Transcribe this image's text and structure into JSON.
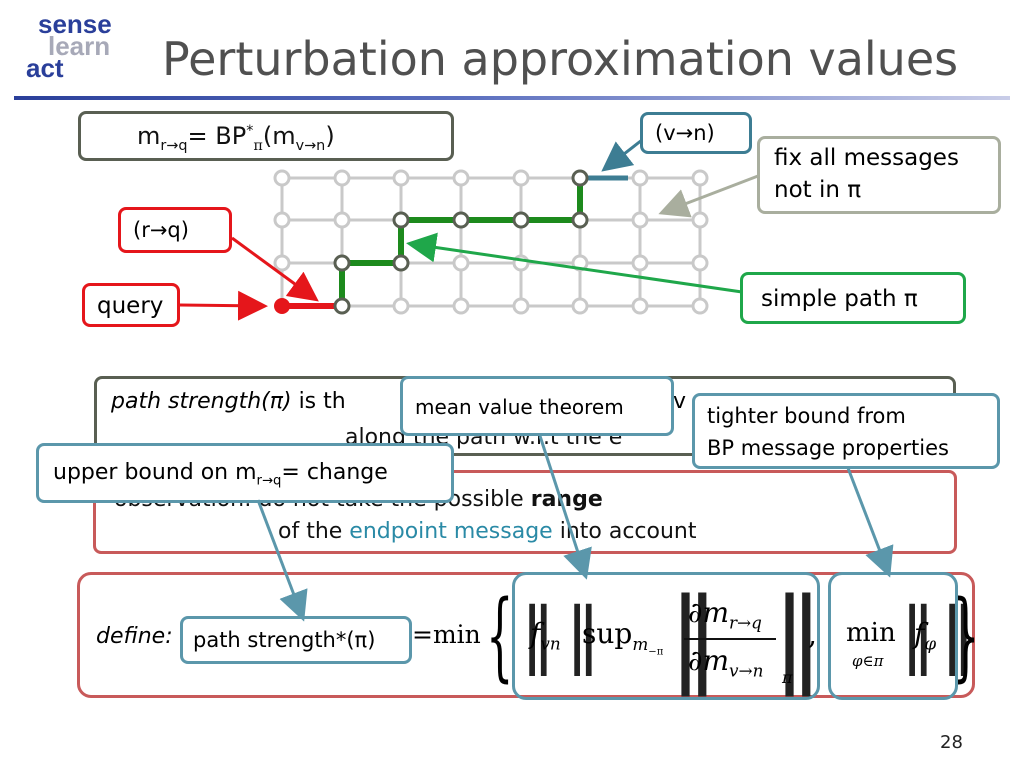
{
  "logo": {
    "line1": "sense",
    "line2": "learn",
    "line3": "act"
  },
  "title": "Perturbation approximation values",
  "formula_box": {
    "m": "m",
    "sub1": "r→q",
    "eq": "= BP",
    "star": "*",
    "pi": "π",
    "open": "(m",
    "sub2": "v→n",
    "close": ")"
  },
  "labels": {
    "v_n": "(v→n)",
    "fix_line1": "fix all messages",
    "fix_line2": "not in π",
    "r_q": "(r→q)",
    "query": "query",
    "simple_path": "simple path π"
  },
  "path_box": {
    "italic": "path strength(π)",
    "text1": " is th",
    "text2": "v",
    "line2a": "along the path w.r.t the e"
  },
  "callouts": {
    "mvt": "mean value theorem",
    "tighter_line1": "tighter bound from",
    "tighter_line2": "BP message properties",
    "upper_bound_a": "upper bound on m",
    "upper_bound_sub": "r→q",
    "upper_bound_b": "= change"
  },
  "observation": {
    "line1_hidden": "observation: do not take the possible ",
    "line1_bold": "range",
    "line2_a": "of the ",
    "line2_b": "endpoint message",
    "line2_c": " into account"
  },
  "define": {
    "label": "define:",
    "ps": "path strength*(π)",
    "eq": " =min",
    "f": "f",
    "f_sub": "vn",
    "sup": "sup",
    "sup_sub": "m",
    "sup_subsub": "−π",
    "partial_top": "∂m",
    "partial_top_sub": "r→q",
    "partial_bot": "∂m",
    "partial_bot_sub": "v→n",
    "norm_sub": "π",
    "comma": ",",
    "min": "min",
    "min_sub": "φ∈π",
    "f2": "f",
    "f2_sub": "φ"
  },
  "page_number": "28",
  "colors": {
    "title": "#505050",
    "logo_blue": "#2a3f9a",
    "logo_gray": "#a7a9b8",
    "dark_box": "#595f52",
    "teal": "#5b97ab",
    "gray_box": "#a9ae9e",
    "red": "#e5161b",
    "green": "#1fa74a",
    "grid_gray": "#c9c9c9",
    "path_green": "#1d8a1d",
    "observation_red": "#c85a5a",
    "endpoint_teal": "#2a8aa6"
  }
}
